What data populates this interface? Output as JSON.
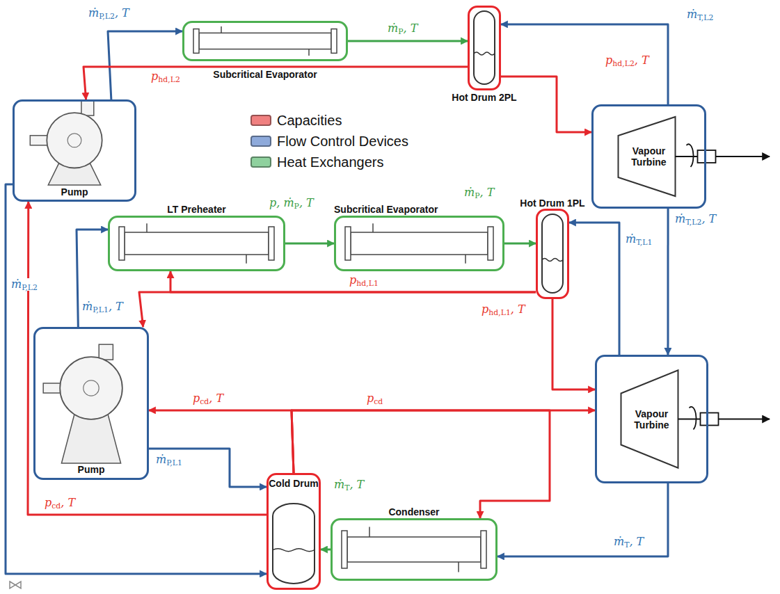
{
  "diagram": {
    "nodes": [
      {
        "text": [
          "Subcritical Evaporator"
        ]
      },
      {
        "text": [
          "Hot Drum 2PL"
        ]
      },
      {
        "text": [
          "Pump"
        ]
      },
      {
        "text": [
          "Vapour Turbine"
        ]
      },
      {
        "text": [
          "LT Preheater"
        ]
      },
      {
        "text": [
          "Subcritical Evaporator"
        ]
      },
      {
        "text": [
          "Hot Drum 1PL"
        ]
      },
      {
        "text": [
          "Pump"
        ]
      },
      {
        "text": [
          "Vapour Turbine"
        ]
      },
      {
        "text": [
          "Cold Drum"
        ]
      },
      {
        "text": [
          "Condenser"
        ]
      }
    ],
    "edges": [
      {
        "from": 2,
        "to": 0,
        "arrow": "to"
      },
      {
        "from": 0,
        "to": 1,
        "arrow": "to"
      },
      {
        "from": 1,
        "to": 2,
        "arrow": "to"
      },
      {
        "from": 1,
        "to": 3,
        "arrow": "to"
      },
      {
        "from": 3,
        "to": 1,
        "arrow": "to"
      },
      {
        "from": 3,
        "to": 8,
        "arrow": "to"
      },
      {
        "from": 7,
        "to": 4,
        "arrow": "to"
      },
      {
        "from": 4,
        "to": 5,
        "arrow": "to"
      },
      {
        "from": 5,
        "to": 6,
        "arrow": "to"
      },
      {
        "from": 6,
        "to": 7,
        "arrow": "to"
      },
      {
        "from": 6,
        "to": 4,
        "arrow": "to"
      },
      {
        "from": 6,
        "to": 8,
        "arrow": "to"
      },
      {
        "from": 8,
        "to": 6,
        "arrow": "to"
      },
      {
        "from": 9,
        "to": 7,
        "arrow": "to"
      },
      {
        "from": 9,
        "to": 8,
        "arrow": "to"
      },
      {
        "from": 9,
        "to": 10,
        "arrow": "to"
      },
      {
        "from": 9,
        "to": 2,
        "arrow": "to"
      },
      {
        "from": 7,
        "to": 9,
        "arrow": "to"
      },
      {
        "from": 2,
        "to": 9,
        "arrow": "to"
      },
      {
        "from": 8,
        "to": 10,
        "arrow": "to"
      },
      {
        "from": 10,
        "to": 9,
        "arrow": "to"
      }
    ],
    "labels": [
      "ṁP,L2, T",
      "ṁP, T",
      "ṁT,L2",
      "phd,L2, T",
      "phd,L2",
      "ṁT,L2, T",
      "ṁP,L2",
      "ṁP,L1, T",
      "p, ṁP, T",
      "ṁP, T",
      "ṁT,L1",
      "phd,L1",
      "phd,L1, T",
      "pcd, T",
      "pcd",
      "ṁP,L1",
      "ṁT, T",
      "pcd, T",
      "ṁT, T"
    ],
    "legend": [
      {
        "text": "Capacities",
        "color": "#f08080"
      },
      {
        "text": "Flow Control Devices",
        "color": "#8eaadb"
      },
      {
        "text": "Heat Exchangers",
        "color": "#8fd19e"
      }
    ]
  }
}
